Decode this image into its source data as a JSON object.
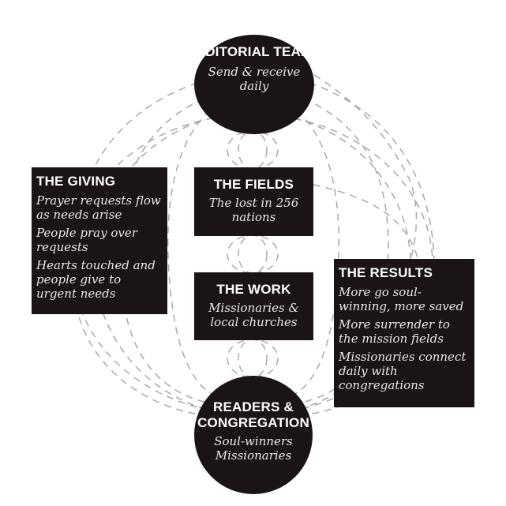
{
  "editorial": {
    "title": "EDITORIAL TEAM",
    "sub": "Send & receive daily"
  },
  "fields": {
    "title": "THE FIELDS",
    "sub": "The lost in 256 nations"
  },
  "work": {
    "title": "THE WORK",
    "sub": "Missionaries & local churches"
  },
  "giving": {
    "title": "THE GIVING",
    "items": [
      "Prayer requests flow as needs arise",
      "People pray over requests",
      "Hearts touched and people give to urgent needs"
    ]
  },
  "results": {
    "title": "THE RESULTS",
    "items": [
      "More go soul-winning, more saved",
      "More surrender to the mission fields",
      "Missionaries connect daily with congregations"
    ]
  },
  "readers": {
    "title": "READERS & CONGREGATION",
    "sub": "Soul-winners Missionaries"
  },
  "colors": {
    "node_fill": "#1a1419",
    "node_text": "#ffffff",
    "connector": "#a9a9a9"
  }
}
